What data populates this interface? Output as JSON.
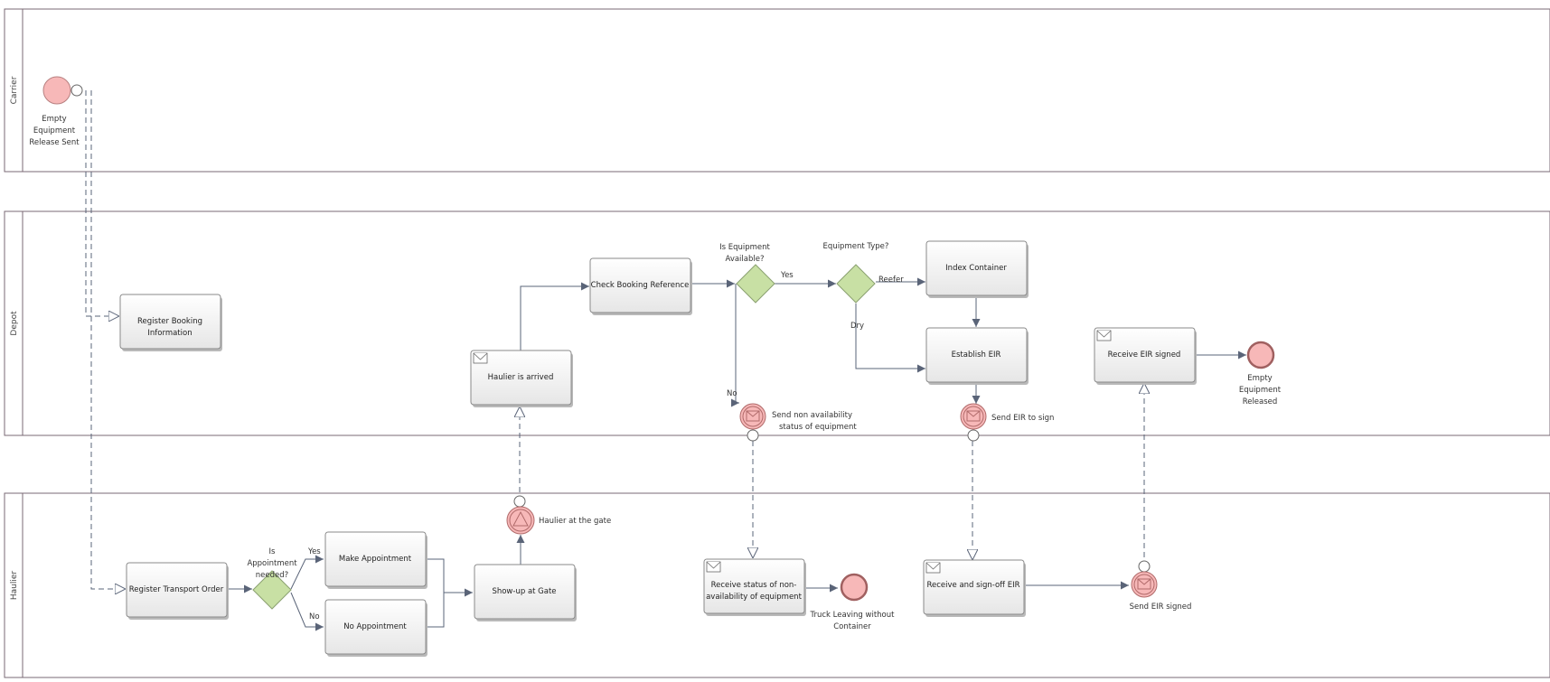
{
  "lanes": {
    "carrier": "Carrier",
    "depot": "Depot",
    "haulier": "Haulier"
  },
  "events": {
    "empty_release_sent": [
      "Empty",
      "Equipment",
      "Release Sent"
    ],
    "empty_released": [
      "Empty",
      "Equipment",
      "Released"
    ],
    "send_non_availability": [
      "Send non availability",
      "status of equipment"
    ],
    "send_eir_to_sign": "Send EIR to sign",
    "haulier_at_gate": "Haulier at the gate",
    "truck_leaving": [
      "Truck Leaving without",
      "Container"
    ],
    "send_eir_signed": "Send EIR signed"
  },
  "tasks": {
    "register_booking": [
      "Register Booking",
      "Information"
    ],
    "haulier_arrived": "Haulier is arrived",
    "check_booking": "Check Booking Reference",
    "index_container": "Index Container",
    "establish_eir": "Establish EIR",
    "receive_eir_signed": "Receive EIR signed",
    "register_transport": "Register Transport Order",
    "make_appointment": "Make Appointment",
    "no_appointment": "No Appointment",
    "show_up_gate": "Show-up at Gate",
    "receive_status": [
      "Receive status of non-",
      "availability of equipment"
    ],
    "receive_signoff": "Receive and sign-off EIR"
  },
  "gateways": {
    "equipment_available": [
      "Is Equipment",
      "Available?"
    ],
    "equipment_type": "Equipment Type?",
    "appointment_needed": [
      "Is",
      "Appointment",
      "needed?"
    ]
  },
  "flow_labels": {
    "yes_available": "Yes",
    "no_available": "No",
    "reefer": "Reefer",
    "dry": "Dry",
    "yes_appointment": "Yes",
    "no_appointment": "No"
  }
}
